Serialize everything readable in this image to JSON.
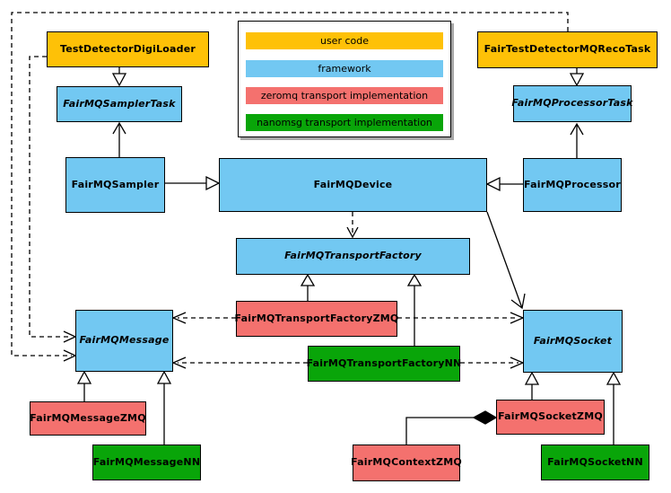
{
  "diagram": {
    "type": "uml-class-diagram",
    "colors": {
      "user": "#fec107",
      "framework": "#72c8f2",
      "zeromq": "#f4716e",
      "nanomsg": "#09a509",
      "line": "#000000",
      "background": "#ffffff"
    },
    "legend": {
      "items": [
        {
          "label": "user code",
          "kind": "user",
          "color": "#fec107"
        },
        {
          "label": "framework",
          "kind": "framework",
          "color": "#72c8f2"
        },
        {
          "label": "zeromq transport implementation",
          "kind": "zeromq",
          "color": "#f4716e"
        },
        {
          "label": "nanomsg transport implementation",
          "kind": "nanomsg",
          "color": "#09a509"
        }
      ]
    },
    "nodes": {
      "test_detector_digi_loader": {
        "label": "TestDetectorDigiLoader",
        "kind": "user",
        "abstract": false
      },
      "fair_test_detector_mq_reco_task": {
        "label": "FairTestDetectorMQRecoTask",
        "kind": "user",
        "abstract": false
      },
      "sampler_task": {
        "label": "FairMQSamplerTask",
        "kind": "framework",
        "abstract": true
      },
      "processor_task": {
        "label": "FairMQProcessorTask",
        "kind": "framework",
        "abstract": true
      },
      "sampler": {
        "label": "FairMQSampler",
        "kind": "framework",
        "abstract": false
      },
      "device": {
        "label": "FairMQDevice",
        "kind": "framework",
        "abstract": false
      },
      "processor": {
        "label": "FairMQProcessor",
        "kind": "framework",
        "abstract": false
      },
      "transport_factory": {
        "label": "FairMQTransportFactory",
        "kind": "framework",
        "abstract": true
      },
      "message": {
        "label": "FairMQMessage",
        "kind": "framework",
        "abstract": true
      },
      "socket": {
        "label": "FairMQSocket",
        "kind": "framework",
        "abstract": true
      },
      "transport_factory_zmq": {
        "label": "FairMQTransportFactoryZMQ",
        "kind": "zeromq",
        "abstract": false
      },
      "transport_factory_nn": {
        "label": "FairMQTransportFactoryNN",
        "kind": "nanomsg",
        "abstract": false
      },
      "message_zmq": {
        "label": "FairMQMessageZMQ",
        "kind": "zeromq",
        "abstract": false
      },
      "message_nn": {
        "label": "FairMQMessageNN",
        "kind": "nanomsg",
        "abstract": false
      },
      "context_zmq": {
        "label": "FairMQContextZMQ",
        "kind": "zeromq",
        "abstract": false
      },
      "socket_zmq": {
        "label": "FairMQSocketZMQ",
        "kind": "zeromq",
        "abstract": false
      },
      "socket_nn": {
        "label": "FairMQSocketNN",
        "kind": "nanomsg",
        "abstract": false
      }
    },
    "edges": [
      {
        "from": "TestDetectorDigiLoader",
        "to": "FairMQSamplerTask",
        "relation": "inherits",
        "style": "solid-hollow-triangle"
      },
      {
        "from": "FairMQSampler",
        "to": "FairMQSamplerTask",
        "relation": "association",
        "style": "solid-open-arrow"
      },
      {
        "from": "FairMQSampler",
        "to": "FairMQDevice",
        "relation": "inherits",
        "style": "solid-hollow-triangle"
      },
      {
        "from": "FairTestDetectorMQRecoTask",
        "to": "FairMQProcessorTask",
        "relation": "inherits",
        "style": "solid-hollow-triangle"
      },
      {
        "from": "FairMQProcessor",
        "to": "FairMQProcessorTask",
        "relation": "association",
        "style": "solid-open-arrow"
      },
      {
        "from": "FairMQProcessor",
        "to": "FairMQDevice",
        "relation": "inherits",
        "style": "solid-hollow-triangle"
      },
      {
        "from": "FairMQDevice",
        "to": "FairMQTransportFactory",
        "relation": "dependency",
        "style": "dashed-open-arrow"
      },
      {
        "from": "FairMQDevice",
        "to": "FairMQSocket",
        "relation": "association",
        "style": "solid-open-arrow"
      },
      {
        "from": "FairMQTransportFactoryZMQ",
        "to": "FairMQTransportFactory",
        "relation": "inherits",
        "style": "solid-hollow-triangle"
      },
      {
        "from": "FairMQTransportFactoryNN",
        "to": "FairMQTransportFactory",
        "relation": "inherits",
        "style": "solid-hollow-triangle"
      },
      {
        "from": "FairMQTransportFactoryZMQ",
        "to": "FairMQMessage",
        "relation": "dependency",
        "style": "dashed-open-arrow"
      },
      {
        "from": "FairMQTransportFactoryZMQ",
        "to": "FairMQSocket",
        "relation": "dependency",
        "style": "dashed-open-arrow"
      },
      {
        "from": "FairMQTransportFactoryNN",
        "to": "FairMQMessage",
        "relation": "dependency",
        "style": "dashed-open-arrow"
      },
      {
        "from": "FairMQTransportFactoryNN",
        "to": "FairMQSocket",
        "relation": "dependency",
        "style": "dashed-open-arrow"
      },
      {
        "from": "TestDetectorDigiLoader",
        "to": "FairMQMessage",
        "relation": "dependency",
        "style": "dashed-open-arrow"
      },
      {
        "from": "FairTestDetectorMQRecoTask",
        "to": "FairMQMessage",
        "relation": "dependency",
        "style": "dashed-open-arrow"
      },
      {
        "from": "FairMQMessageZMQ",
        "to": "FairMQMessage",
        "relation": "inherits",
        "style": "solid-hollow-triangle"
      },
      {
        "from": "FairMQMessageNN",
        "to": "FairMQMessage",
        "relation": "inherits",
        "style": "solid-hollow-triangle"
      },
      {
        "from": "FairMQSocketZMQ",
        "to": "FairMQSocket",
        "relation": "inherits",
        "style": "solid-hollow-triangle"
      },
      {
        "from": "FairMQSocketNN",
        "to": "FairMQSocket",
        "relation": "inherits",
        "style": "solid-hollow-triangle"
      },
      {
        "from": "FairMQContextZMQ",
        "to": "FairMQSocketZMQ",
        "relation": "composition",
        "style": "solid-filled-diamond"
      }
    ]
  }
}
